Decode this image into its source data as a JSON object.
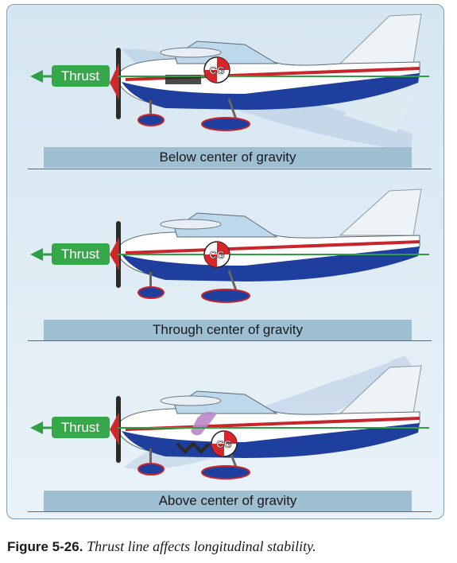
{
  "panels": [
    {
      "label": "Below center of gravity",
      "thrust_label": "Thrust",
      "cg_label": "CG",
      "thrust_position": "below"
    },
    {
      "label": "Through center of gravity",
      "thrust_label": "Thrust",
      "cg_label": "CG",
      "thrust_position": "through"
    },
    {
      "label": "Above center of gravity",
      "thrust_label": "Thrust",
      "cg_label": "CG",
      "thrust_position": "above"
    }
  ],
  "caption": {
    "figure_number": "Figure 5-26.",
    "text": "Thrust line affects longitudinal stability."
  },
  "colors": {
    "frame_bg": "#dce9f3",
    "label_bar": "#9ebfd2",
    "thrust_box": "#35a94a",
    "thrust_line": "#2ea043",
    "fuselage_blue": "#1f3f9e",
    "stripe_red": "#c8262a",
    "cg_red": "#d8252a"
  }
}
